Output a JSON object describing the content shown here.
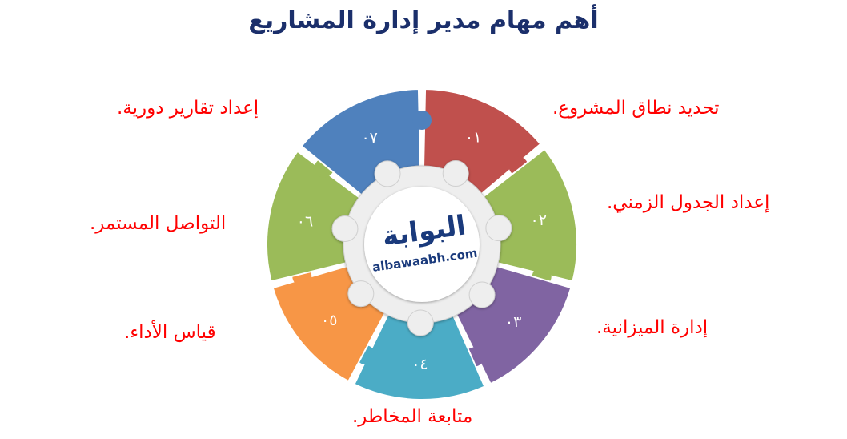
{
  "title": "أهم مهام مدير إدارة المشاريع",
  "logo": {
    "arabic": "البوابة",
    "domain": "albawaabh.com"
  },
  "pieces": [
    {
      "number": "٠١",
      "label": "تحديد نطاق المشروع.",
      "color": "#c0504d"
    },
    {
      "number": "٠٢",
      "label": "إعداد الجدول الزمني.",
      "color": "#9bbb59"
    },
    {
      "number": "٠٣",
      "label": "إدارة الميزانية.",
      "color": "#8064a2"
    },
    {
      "number": "٠٤",
      "label": "متابعة المخاطر.",
      "color": "#4bacc6"
    },
    {
      "number": "٠٥",
      "label": "قياس الأداء.",
      "color": "#f79646"
    },
    {
      "number": "٠٦",
      "label": "التواصل المستمر.",
      "color": "#9bbb59"
    },
    {
      "number": "٠٧",
      "label": "إعداد تقارير دورية.",
      "color": "#4f81bd"
    }
  ],
  "colors": {
    "title": "#1b2f6b",
    "labels": "#ff0000",
    "center_ring": "#eeeeee"
  }
}
